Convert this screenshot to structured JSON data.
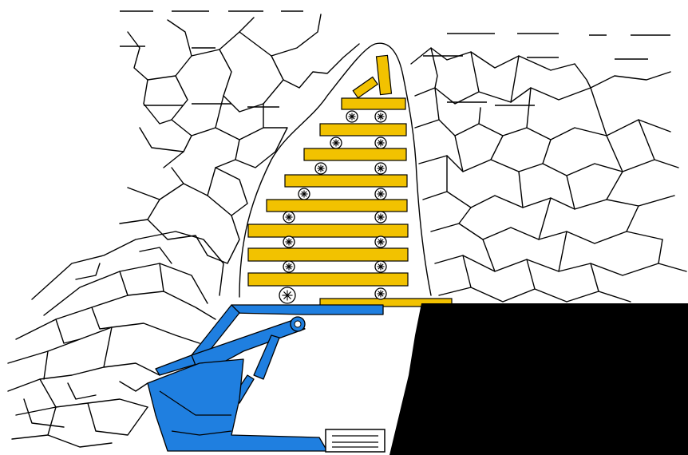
{
  "diagram": {
    "colors": {
      "crib": "#f2c200",
      "shield_support": "#1f7fe0",
      "coal_seam": "#000000",
      "rock_outline": "#000000",
      "background": "#ffffff"
    },
    "components": [
      "fractured-roof-rock",
      "caved-goaf-rubble",
      "timber-crib-stack",
      "roof-bolts",
      "hydraulic-shield-support",
      "coal-seam",
      "stage-loader-box"
    ],
    "crib_layers": 11,
    "bolt_columns": 2
  }
}
